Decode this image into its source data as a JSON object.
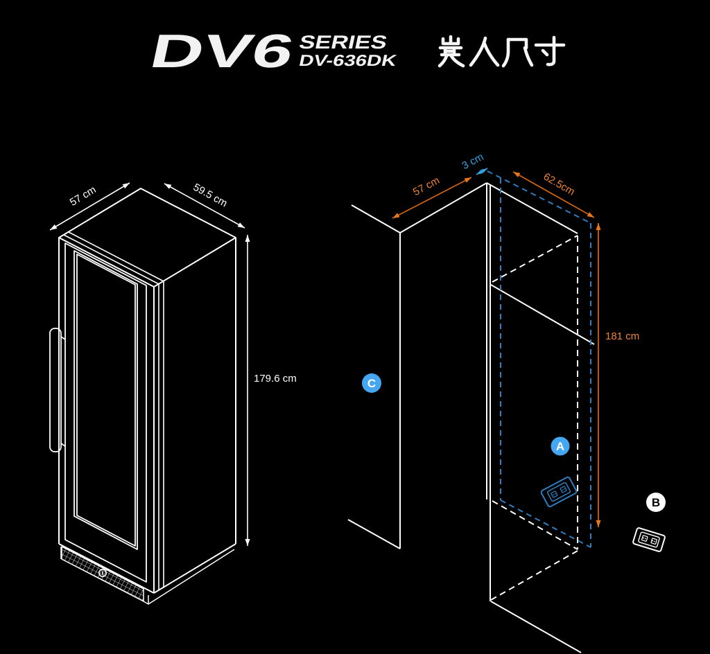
{
  "header": {
    "logo": "DV6",
    "series": "SERIES",
    "model": "DV-636DK",
    "title_cn": "嵌入尺寸"
  },
  "product_view": {
    "width_label": "57 cm",
    "depth_label": "59.5 cm",
    "height_label": "179.6 cm"
  },
  "niche_view": {
    "wall_width_label": "57 cm",
    "clearance_label": "3 cm",
    "niche_width_label": "62.5cm",
    "niche_height_label": "181 cm",
    "point_a": "A",
    "point_b": "B",
    "point_c": "C"
  },
  "icons": {
    "outlet_in_niche": "power-outlet-icon",
    "outlet_outside": "power-outlet-icon"
  },
  "colors": {
    "background": "#000000",
    "line_white": "#ffffff",
    "accent_orange_line": "#c96211",
    "accent_orange_text": "#ef8432",
    "accent_blue_dashed": "#2e7fc2",
    "accent_blue_text": "#31a5e8",
    "badge_blue_fill": "#45a6f2",
    "badge_white_fill": "#ffffff"
  }
}
